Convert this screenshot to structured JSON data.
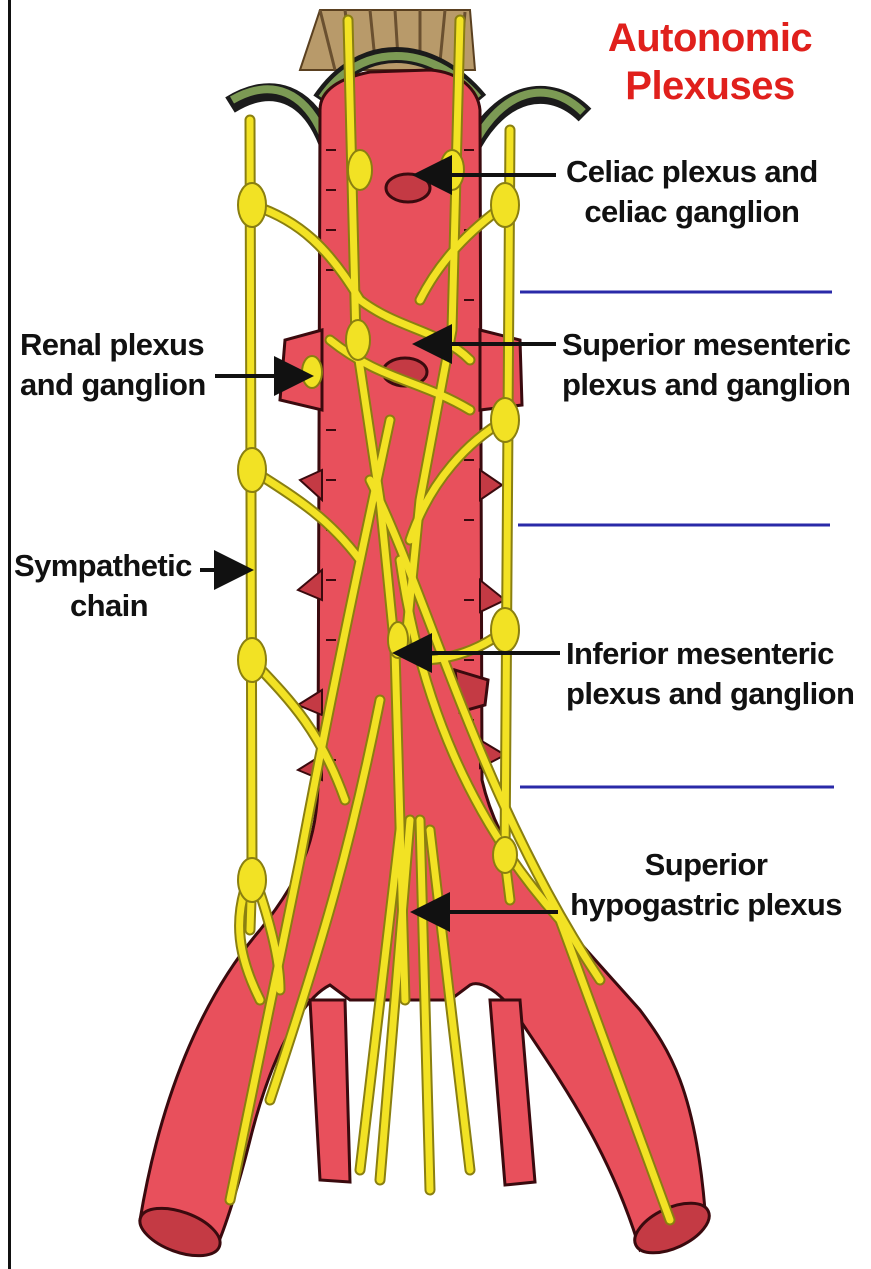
{
  "title": {
    "line1": "Autonomic",
    "line2": "Plexuses"
  },
  "labels": {
    "celiac": {
      "line1": "Celiac plexus and",
      "line2": "celiac ganglion"
    },
    "renal": {
      "line1": "Renal plexus",
      "line2": "and ganglion"
    },
    "superior_mesenteric": {
      "line1": "Superior mesenteric",
      "line2": "plexus and ganglion"
    },
    "sympathetic": {
      "line1": "Sympathetic",
      "line2": "chain"
    },
    "inferior_mesenteric": {
      "line1": "Inferior mesenteric",
      "line2": "plexus and ganglion"
    },
    "hypogastric": {
      "line1": "Superior",
      "line2": "hypogastric plexus"
    }
  },
  "colors": {
    "aorta": "#e8505c",
    "aorta_outline": "#3a0a0e",
    "nerve": "#f2e224",
    "nerve_outline": "#8a7f10",
    "title": "#e0201c",
    "divider": "#2a2aa8",
    "diaphragm": "#7c9a54",
    "tendon": "#b89a6a"
  }
}
